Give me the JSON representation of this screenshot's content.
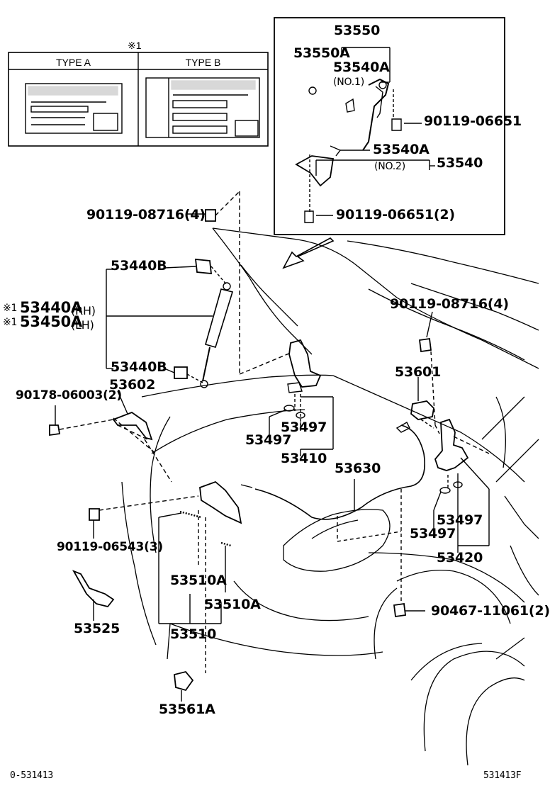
{
  "type_box": {
    "mark": "※1",
    "type_a": "TYPE A",
    "type_b": "TYPE B"
  },
  "parts": {
    "p53550": "53550",
    "p53550A": "53550A",
    "p53540A_1": "53540A",
    "no1": "(NO.1)",
    "p9011906651": "90119-06651",
    "p53540A_2": "53540A",
    "no2": "(NO.2)",
    "p53540": "53540",
    "p9011906651_2": "90119-06651(2)",
    "p9011908716_4a": "90119-08716(4)",
    "p53440B_top": "53440B",
    "mark1": "※1",
    "p53440A": "53440A",
    "rh": "(RH)",
    "mark2": "※1",
    "p53450A": "53450A",
    "lh": "(LH)",
    "p53440B_bot": "53440B",
    "p9011908716_4b": "90119-08716(4)",
    "p53601": "53601",
    "p9017806003": "90178-06003(2)",
    "p53602": "53602",
    "p53497_a": "53497",
    "p53497_b": "53497",
    "p53410": "53410",
    "p53630": "53630",
    "p53497_c": "53497",
    "p53497_d": "53497",
    "p53420": "53420",
    "p9011906543": "90119-06543(3)",
    "p53510A_a": "53510A",
    "p53510A_b": "53510A",
    "p53510": "53510",
    "p53525": "53525",
    "p9046711061": "90467-11061(2)",
    "p53561A": "53561A"
  },
  "footer": {
    "left_code": "0-531413",
    "right_code": "531413F"
  }
}
